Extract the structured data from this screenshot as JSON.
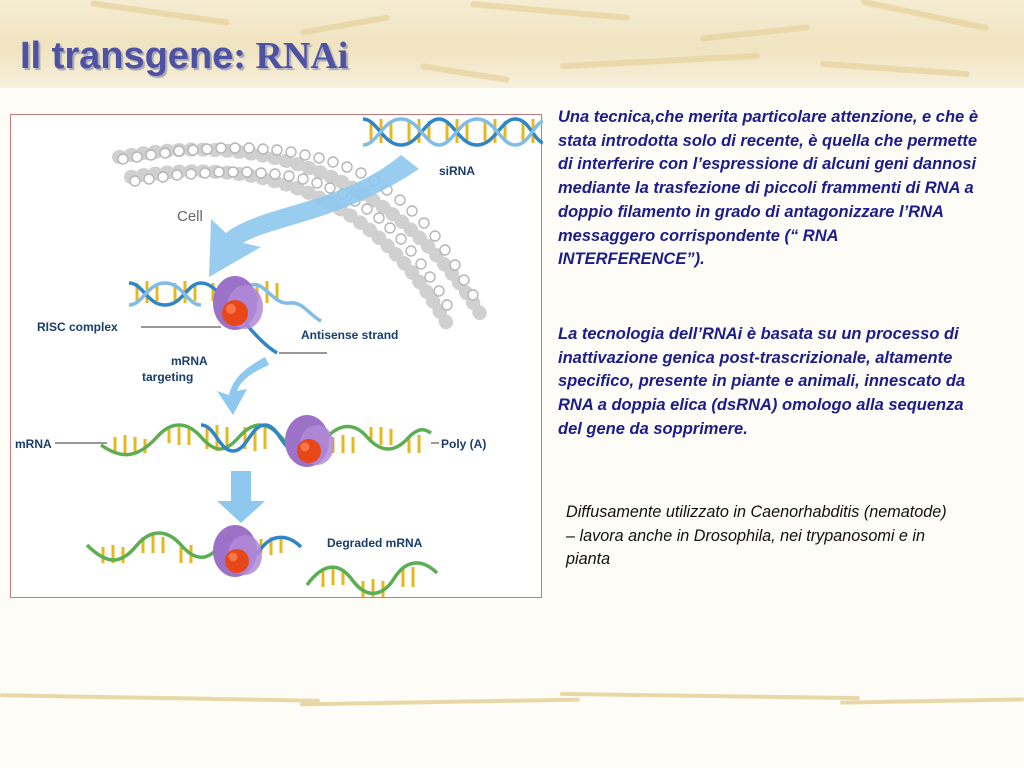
{
  "title": {
    "part1": "Il transgene",
    "part2": ": RNAi"
  },
  "figure": {
    "labels": {
      "sirna": "siRNA",
      "cell": "Cell",
      "risc": "RISC complex",
      "antisense": "Antisense strand",
      "mrna_targeting_1": "mRNA",
      "mrna_targeting_2": "targeting",
      "mrna": "mRNA",
      "polya": "Poly (A)",
      "degraded": "Degraded mRNA"
    },
    "colors": {
      "helix": "#2e86c8",
      "base": "#e6b820",
      "strand": "#5dae52",
      "protein": "#9b72c8",
      "protein_center": "#e8471a",
      "arrow": "#7fbde8"
    }
  },
  "paragraphs": [
    "Una tecnica,che merita particolare attenzione, e che è stata introdotta solo di recente, è quella che permette di interferire con l’espressione di alcuni geni dannosi mediante la trasfezione di piccoli frammenti di RNA a doppio filamento in grado di antagonizzare l’RNA messaggero corrispondente (“ RNA INTERFERENCE”).",
    "La tecnologia dell’RNAi è basata su un processo di inattivazione genica post-trascrizionale, altamente specifico, presente in piante e animali, innescato da RNA a doppia elica (dsRNA) omologo alla sequenza del gene da sopprimere.",
    "Diffusamente utilizzato  in Caenorhabditis (nematode) – lavora anche in  Drosophila, nei trypanosomi e in pianta"
  ]
}
